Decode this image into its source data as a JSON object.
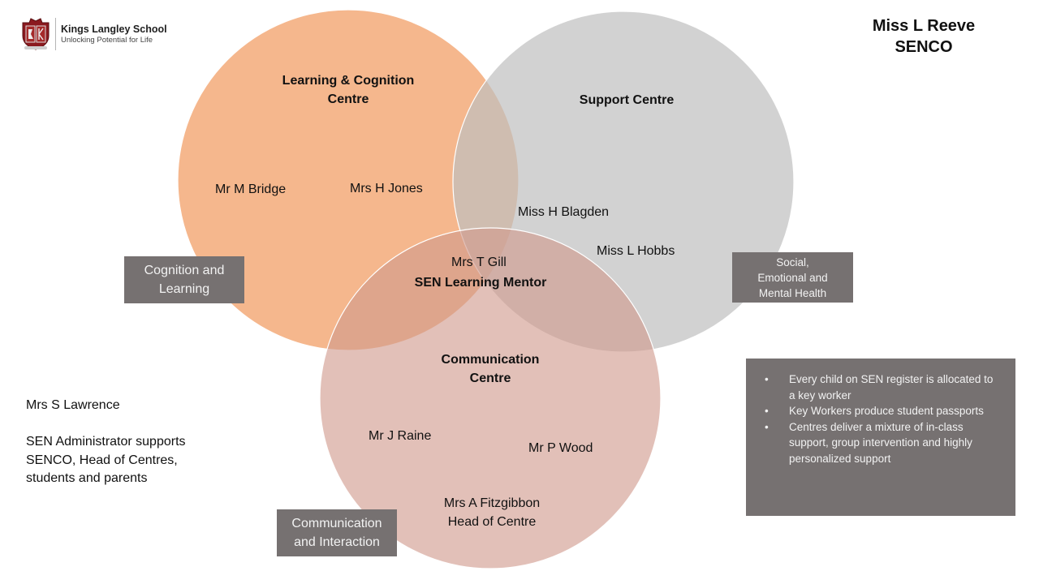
{
  "school": {
    "logo_icon": "school-crest-icon",
    "name": "Kings Langley School",
    "tagline": "Unlocking Potential for Life"
  },
  "senco": {
    "name": "Miss L Reeve",
    "role": "SENCO"
  },
  "colors": {
    "learning_circle": "#f4b183",
    "support_circle": "#d0cece",
    "communication_circle": "#dfb5ab",
    "tag_box": "#767171",
    "tag_text": "#f2f2f2"
  },
  "circles": {
    "learning": {
      "title_line1": "Learning & Cognition",
      "title_line2": "Centre",
      "members": [
        "Mr M Bridge",
        "Mrs H Jones"
      ]
    },
    "support": {
      "title": "Support Centre",
      "members": [
        "Miss H Blagden",
        "Miss L Hobbs"
      ]
    },
    "communication": {
      "title_line1": "Communication",
      "title_line2": "Centre",
      "members": [
        "Mr J Raine",
        "Mr P Wood"
      ],
      "head_name": "Mrs A Fitzgibbon",
      "head_role": "Head of Centre"
    },
    "center": {
      "name": "Mrs T Gill",
      "role": "SEN Learning Mentor"
    }
  },
  "need_areas": {
    "cognition": {
      "line1": "Cognition and",
      "line2": "Learning"
    },
    "semh": {
      "line1": "Social,",
      "line2": "Emotional and",
      "line3": "Mental Health"
    },
    "communication": {
      "line1": "Communication",
      "line2": "and Interaction"
    }
  },
  "info_box": {
    "bullet_glyph": "•",
    "items": [
      "Every child on SEN register is allocated to a key worker",
      "Key Workers produce student passports",
      "Centres deliver a mixture of in-class support, group intervention and highly personalized support"
    ]
  },
  "administrator": {
    "name": "Mrs S Lawrence",
    "description": "SEN Administrator supports SENCO, Head of Centres, students and parents"
  }
}
